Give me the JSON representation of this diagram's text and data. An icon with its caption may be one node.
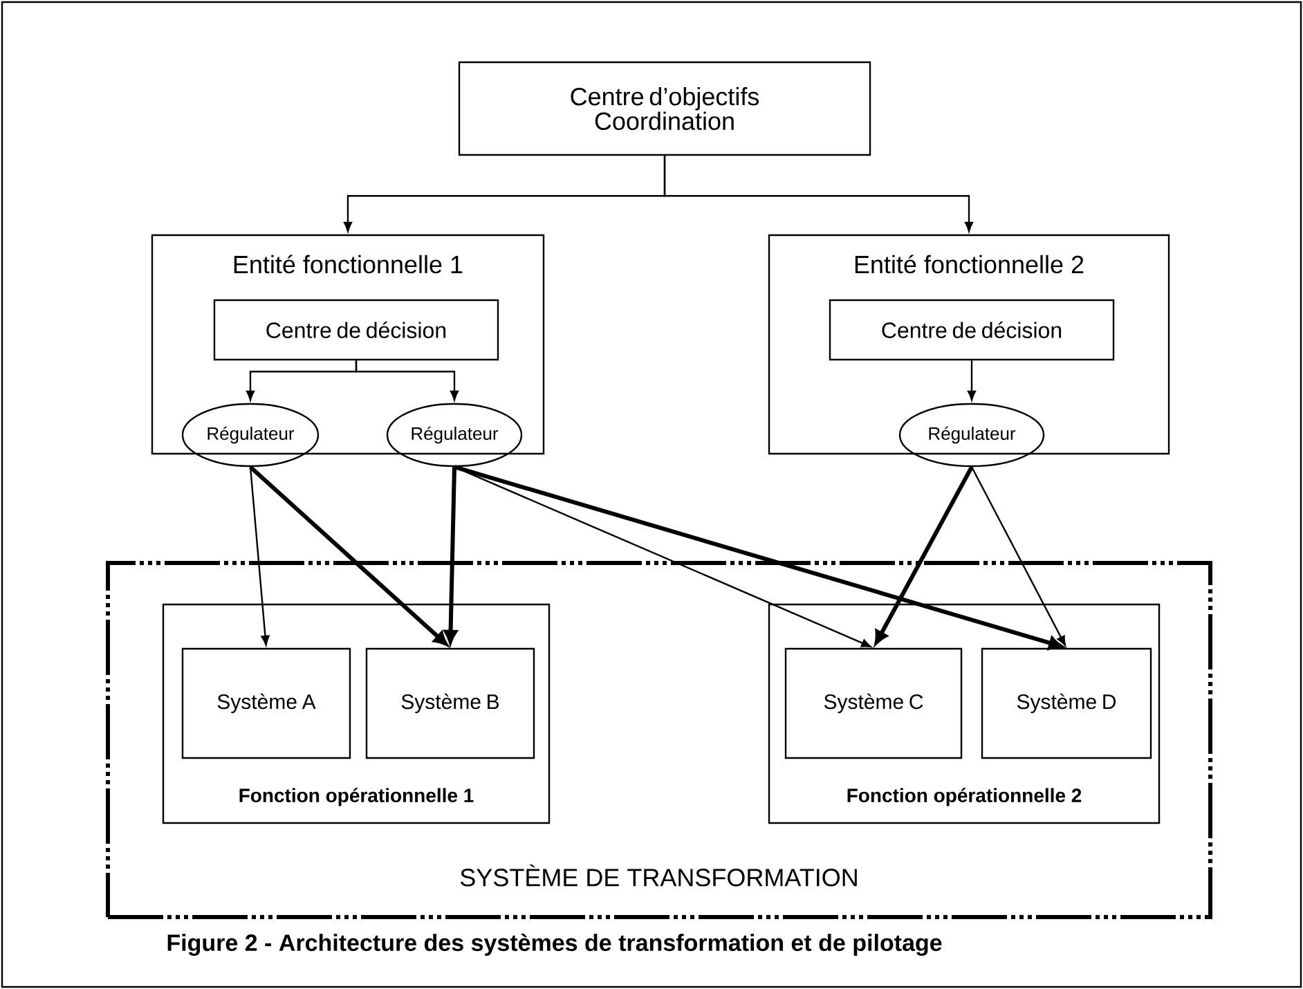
{
  "diagram": {
    "caption": "Figure 2 - Architecture des systèmes de transformation et de pilotage",
    "nodes": [
      {
        "text": [
          "Centre d’objectifs Coordination"
        ]
      },
      {
        "text": [
          "Entité fonctionnelle 1"
        ]
      },
      {
        "text": [
          "Centre de décision"
        ],
        "in": 1
      },
      {
        "text": [
          "Régulateur"
        ],
        "in": 1
      },
      {
        "text": [
          "Régulateur"
        ],
        "in": 1
      },
      {
        "text": [
          "Entité fonctionnelle 2"
        ]
      },
      {
        "text": [
          "Centre de décision"
        ],
        "in": 5
      },
      {
        "text": [
          "Régulateur"
        ],
        "in": 5
      },
      {
        "text": [
          "SYSTÈME DE TRANSFORMATION"
        ]
      },
      {
        "text": [
          "Fonction opérationnelle 1"
        ],
        "in": 8
      },
      {
        "text": [
          "Système A"
        ],
        "in": 9
      },
      {
        "text": [
          "Système B"
        ],
        "in": 9
      },
      {
        "text": [
          "Fonction opérationnelle 2"
        ],
        "in": 8
      },
      {
        "text": [
          "Système C"
        ],
        "in": 12
      },
      {
        "text": [
          "Système D"
        ],
        "in": 12
      }
    ],
    "edges": [
      {
        "from": 0,
        "to": 1,
        "arrow": "to"
      },
      {
        "from": 0,
        "to": 5,
        "arrow": "to"
      },
      {
        "from": 2,
        "to": 3,
        "arrow": "to"
      },
      {
        "from": 2,
        "to": 4,
        "arrow": "to"
      },
      {
        "from": 6,
        "to": 7,
        "arrow": "to"
      },
      {
        "from": 3,
        "to": 10,
        "arrow": "to"
      },
      {
        "from": 3,
        "to": 11,
        "arrow": "to",
        "style": "thick"
      },
      {
        "from": 4,
        "to": 11,
        "arrow": "to",
        "style": "thick"
      },
      {
        "from": 4,
        "to": 13,
        "arrow": "to"
      },
      {
        "from": 4,
        "to": 14,
        "arrow": "to",
        "style": "thick"
      },
      {
        "from": 7,
        "to": 13,
        "arrow": "to",
        "style": "thick"
      },
      {
        "from": 7,
        "to": 14,
        "arrow": "to"
      }
    ]
  }
}
